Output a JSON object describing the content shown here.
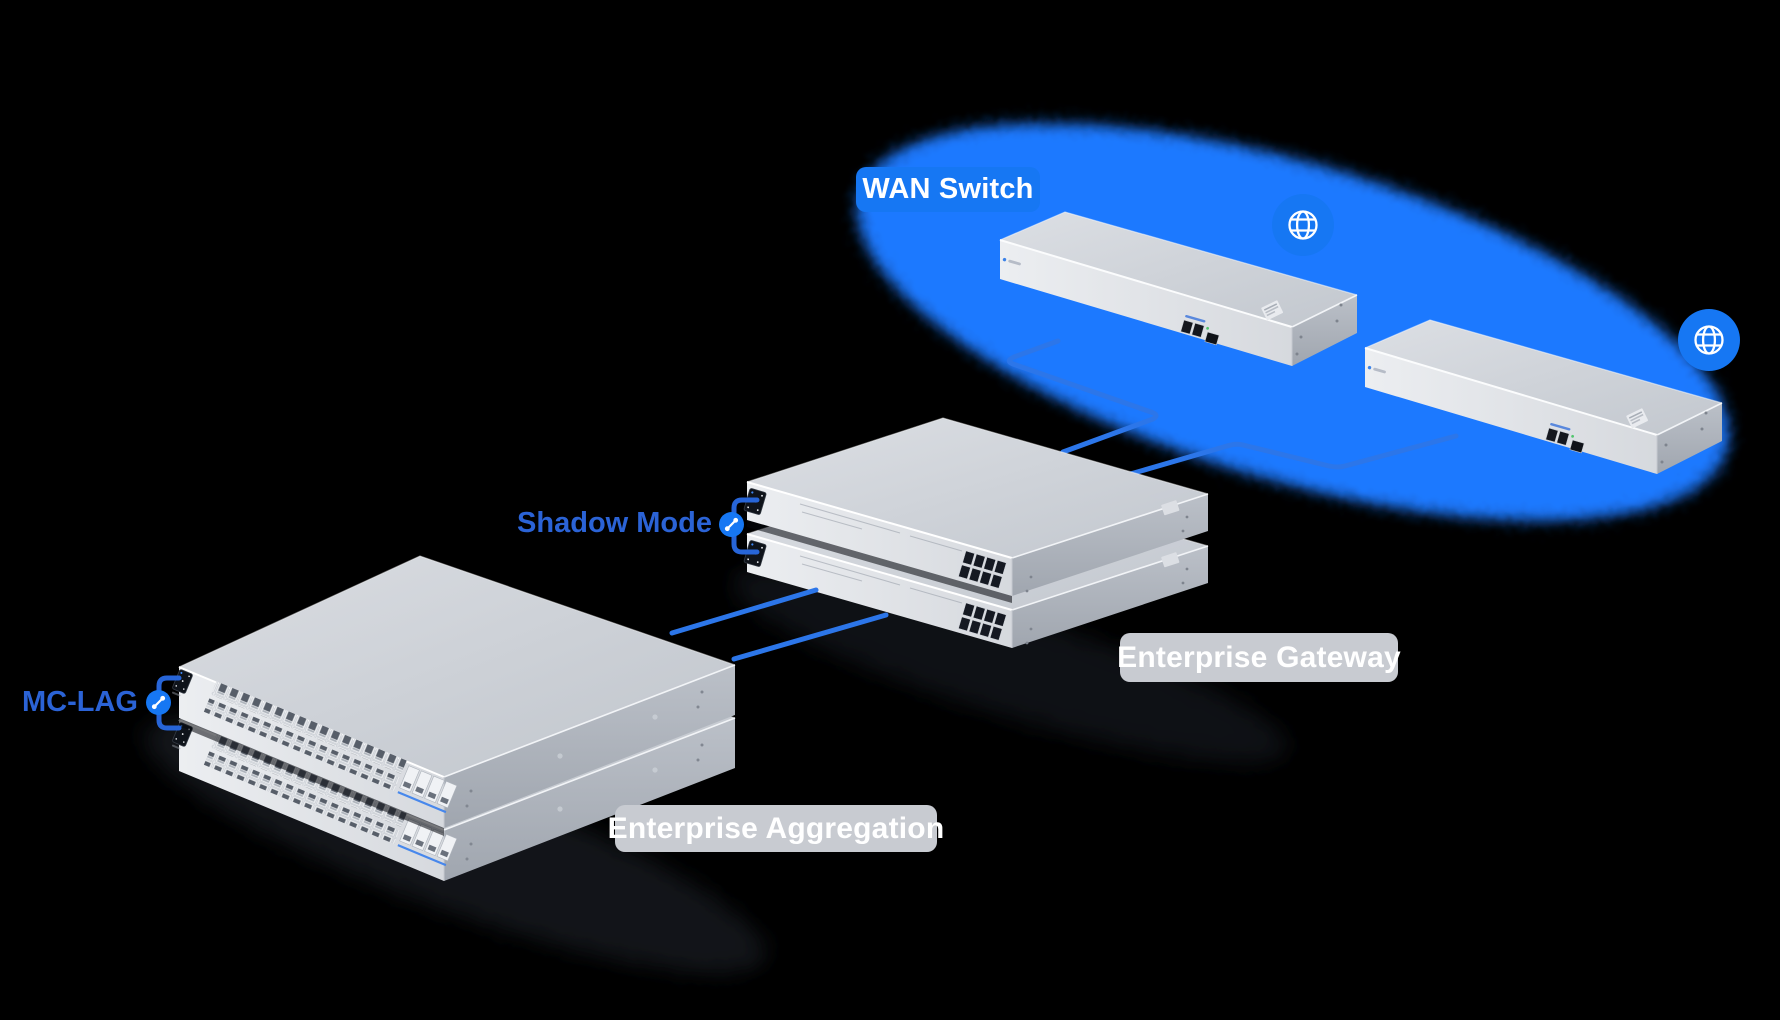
{
  "labels": {
    "wan_switch": "WAN Switch",
    "enterprise_gateway": "Enterprise Gateway",
    "enterprise_aggregation": "Enterprise Aggregation",
    "shadow_mode": "Shadow Mode",
    "mc_lag": "MC-LAG"
  },
  "icons": {
    "globe_1": "globe-icon",
    "globe_2": "globe-icon",
    "link_shadow_mode": "link-icon",
    "link_mc_lag": "link-icon"
  },
  "colors": {
    "background": "#000000",
    "accent_blue": "#1677F3",
    "glow_blue": "#1B79FF",
    "line_blue": "#2C76E9",
    "bracket_blue": "#2765D8",
    "label_blue": "#2B63D6",
    "badge_gray": "#C8CBD1",
    "badge_text": "#FFFFFF"
  }
}
